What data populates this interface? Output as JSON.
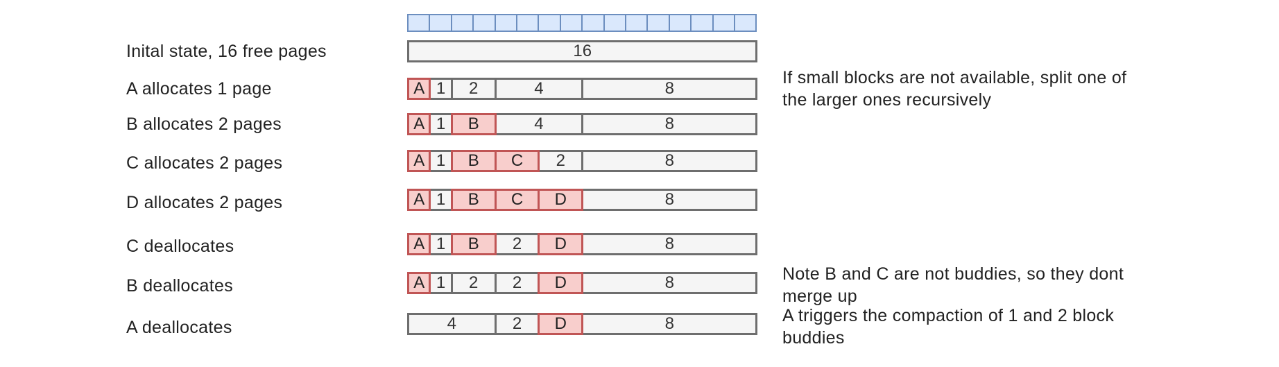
{
  "page_grid": {
    "count": 16
  },
  "rows": [
    {
      "label": "Inital state, 16 free pages",
      "blocks": [
        {
          "text": "16",
          "size": 16,
          "state": "free"
        }
      ]
    },
    {
      "label": "A allocates 1 page",
      "blocks": [
        {
          "text": "A",
          "size": 1,
          "state": "used"
        },
        {
          "text": "1",
          "size": 1,
          "state": "free"
        },
        {
          "text": "2",
          "size": 2,
          "state": "free"
        },
        {
          "text": "4",
          "size": 4,
          "state": "free"
        },
        {
          "text": "8",
          "size": 8,
          "state": "free"
        }
      ]
    },
    {
      "label": "B allocates 2 pages",
      "blocks": [
        {
          "text": "A",
          "size": 1,
          "state": "used"
        },
        {
          "text": "1",
          "size": 1,
          "state": "free"
        },
        {
          "text": "B",
          "size": 2,
          "state": "used"
        },
        {
          "text": "4",
          "size": 4,
          "state": "free"
        },
        {
          "text": "8",
          "size": 8,
          "state": "free"
        }
      ]
    },
    {
      "label": "C allocates 2 pages",
      "blocks": [
        {
          "text": "A",
          "size": 1,
          "state": "used"
        },
        {
          "text": "1",
          "size": 1,
          "state": "free"
        },
        {
          "text": "B",
          "size": 2,
          "state": "used"
        },
        {
          "text": "C",
          "size": 2,
          "state": "used"
        },
        {
          "text": "2",
          "size": 2,
          "state": "free"
        },
        {
          "text": "8",
          "size": 8,
          "state": "free"
        }
      ]
    },
    {
      "label": "D allocates 2 pages",
      "blocks": [
        {
          "text": "A",
          "size": 1,
          "state": "used"
        },
        {
          "text": "1",
          "size": 1,
          "state": "free"
        },
        {
          "text": "B",
          "size": 2,
          "state": "used"
        },
        {
          "text": "C",
          "size": 2,
          "state": "used"
        },
        {
          "text": "D",
          "size": 2,
          "state": "used"
        },
        {
          "text": "8",
          "size": 8,
          "state": "free"
        }
      ]
    },
    {
      "label": "C deallocates",
      "blocks": [
        {
          "text": "A",
          "size": 1,
          "state": "used"
        },
        {
          "text": "1",
          "size": 1,
          "state": "free"
        },
        {
          "text": "B",
          "size": 2,
          "state": "used"
        },
        {
          "text": "2",
          "size": 2,
          "state": "free"
        },
        {
          "text": "D",
          "size": 2,
          "state": "used"
        },
        {
          "text": "8",
          "size": 8,
          "state": "free"
        }
      ]
    },
    {
      "label": "B deallocates",
      "blocks": [
        {
          "text": "A",
          "size": 1,
          "state": "used"
        },
        {
          "text": "1",
          "size": 1,
          "state": "free"
        },
        {
          "text": "2",
          "size": 2,
          "state": "free"
        },
        {
          "text": "2",
          "size": 2,
          "state": "free"
        },
        {
          "text": "D",
          "size": 2,
          "state": "used"
        },
        {
          "text": "8",
          "size": 8,
          "state": "free"
        }
      ]
    },
    {
      "label": "A deallocates",
      "blocks": [
        {
          "text": "4",
          "size": 4,
          "state": "free"
        },
        {
          "text": "2",
          "size": 2,
          "state": "free"
        },
        {
          "text": "D",
          "size": 2,
          "state": "used"
        },
        {
          "text": "8",
          "size": 8,
          "state": "free"
        }
      ]
    }
  ],
  "notes": [
    {
      "lines": [
        "If small blocks are not available, split one of",
        "the larger ones recursively"
      ]
    },
    {
      "lines": [
        "Note B and C are not buddies, so they dont",
        "merge up"
      ]
    },
    {
      "lines": [
        "A triggers the compaction of 1 and 2 block",
        "buddies"
      ]
    }
  ],
  "colors": {
    "free_fill": "#f5f5f5",
    "free_stroke": "#6e6e6e",
    "used_fill": "#f8cecc",
    "used_stroke": "#c05555",
    "page_fill": "#dae8fc",
    "page_stroke": "#6c8ebf"
  }
}
